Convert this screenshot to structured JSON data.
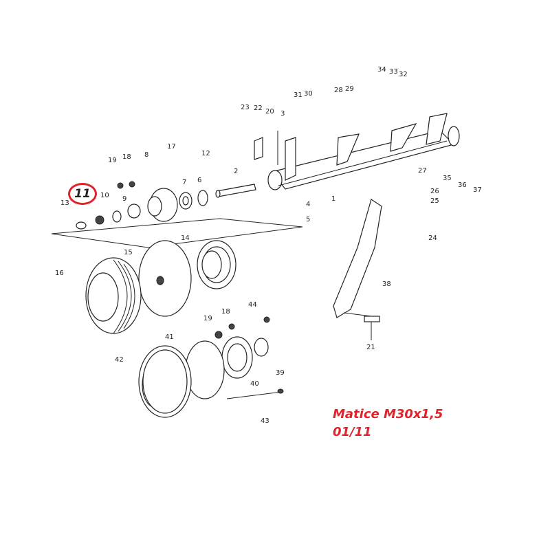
{
  "highlight": {
    "part_number": "11",
    "color": "#e0222a"
  },
  "caption": {
    "line1": "Matice M30x1,5",
    "line2": "01/11"
  },
  "labels": [
    "1",
    "2",
    "3",
    "4",
    "5",
    "6",
    "7",
    "8",
    "9",
    "10",
    "12",
    "13",
    "14",
    "15",
    "16",
    "17",
    "18",
    "18",
    "19",
    "19",
    "20",
    "21",
    "22",
    "23",
    "24",
    "25",
    "26",
    "27",
    "28",
    "29",
    "30",
    "31",
    "32",
    "33",
    "34",
    "35",
    "36",
    "37",
    "38",
    "39",
    "40",
    "41",
    "42",
    "43",
    "44"
  ]
}
